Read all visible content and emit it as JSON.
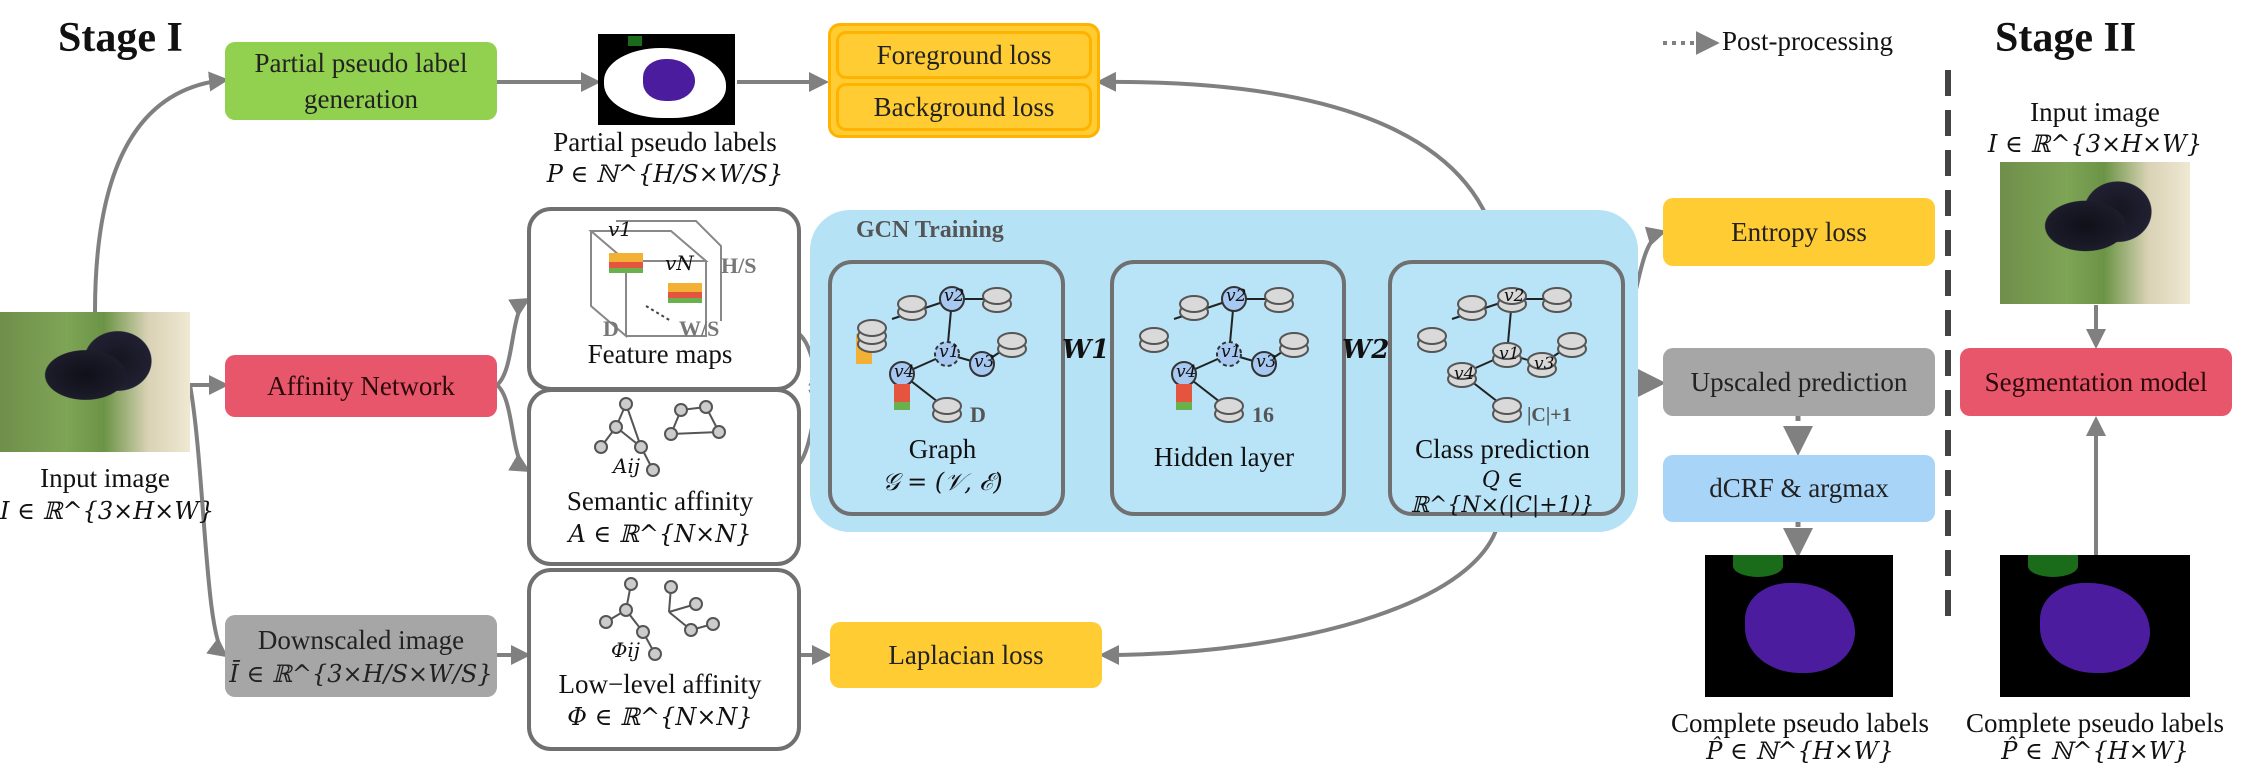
{
  "stage1_title": "Stage I",
  "stage2_title": "Stage II",
  "legend_label": "Post-processing",
  "partial_gen": "Partial pseudo label generation",
  "partial_labels_caption": "Partial pseudo labels",
  "partial_labels_math": "P ∈ ℕ^{H/S×W/S}",
  "foreground_loss": "Foreground loss",
  "background_loss": "Background loss",
  "entropy_loss": "Entropy loss",
  "laplacian_loss": "Laplacian loss",
  "affinity_network": "Affinity Network",
  "downscaled_image": "Downscaled image",
  "downscaled_math": "Ī ∈ ℝ^{3×H/S×W/S}",
  "input_image_caption": "Input image",
  "input_image_math": "I ∈ ℝ^{3×H×W}",
  "feature_maps": "Feature maps",
  "fm_h": "H/S",
  "fm_w": "W/S",
  "fm_d": "D",
  "fm_v1": "v1",
  "fm_vn": "vN",
  "semantic_affinity": "Semantic affinity",
  "semantic_math": "A ∈ ℝ^{N×N}",
  "semantic_aij": "Aij",
  "lowlevel_affinity": "Low−level affinity",
  "lowlevel_math": "Φ ∈ ℝ^{N×N}",
  "lowlevel_phi": "Φij",
  "gcn_training": "GCN Training",
  "graph_label": "Graph",
  "graph_math": "𝒢 = (𝒱, ℰ)",
  "graph_dim": "D",
  "hidden_label": "Hidden layer",
  "hidden_dim": "16",
  "class_label": "Class prediction",
  "class_math": "Q ∈ ℝ^{N×(|C|+1)}",
  "class_dim": "|C|+1",
  "w1": "W1",
  "w2": "W2",
  "upscaled_prediction": "Upscaled prediction",
  "dcrf_argmax": "dCRF & argmax",
  "complete_labels": "Complete pseudo labels",
  "complete_math": "P̂ ∈ ℕ^{H×W}",
  "stage2_input_caption": "Input image",
  "stage2_input_math": "I ∈ ℝ^{3×H×W}",
  "segmentation_model": "Segmentation model",
  "node_v1": "v1",
  "node_v2": "v2",
  "node_v3": "v3",
  "node_v4": "v4",
  "colors": {
    "green": "#92d050",
    "yellow": "#ffcc33",
    "red": "#e8566b",
    "gray": "#a6a6a6",
    "blue": "#a7d4f7",
    "gcn_bg": "#b9e3f7",
    "arrow": "#808080",
    "purple": "#4b1d9e",
    "mask_green": "#1a6b1a"
  }
}
